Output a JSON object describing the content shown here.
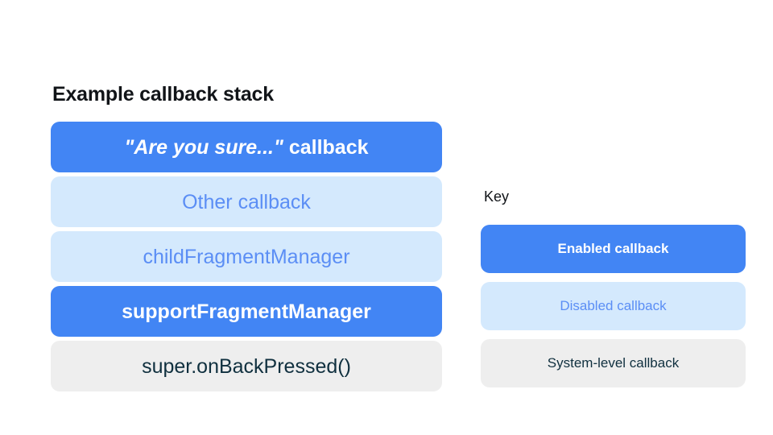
{
  "background_color": "#ffffff",
  "colors": {
    "enabled_bg": "#4285f4",
    "enabled_text": "#ffffff",
    "disabled_bg": "#d4e9fd",
    "disabled_text": "#5b8ef5",
    "system_bg": "#eeeeee",
    "system_text": "#10303f",
    "title_text": "#111418"
  },
  "stack": {
    "title": "Example callback stack",
    "items": [
      {
        "label": "\"Are you sure...\" callback",
        "quoted_part": "\"Are you sure...\"",
        "plain_part": " callback",
        "state": "enabled"
      },
      {
        "label": "Other callback",
        "state": "disabled"
      },
      {
        "label": "childFragmentManager",
        "state": "disabled"
      },
      {
        "label": "supportFragmentManager",
        "state": "enabled"
      },
      {
        "label": "super.onBackPressed()",
        "state": "system"
      }
    ]
  },
  "key": {
    "title": "Key",
    "items": [
      {
        "label": "Enabled callback",
        "state": "enabled"
      },
      {
        "label": "Disabled callback",
        "state": "disabled"
      },
      {
        "label": "System-level callback",
        "state": "system"
      }
    ]
  }
}
